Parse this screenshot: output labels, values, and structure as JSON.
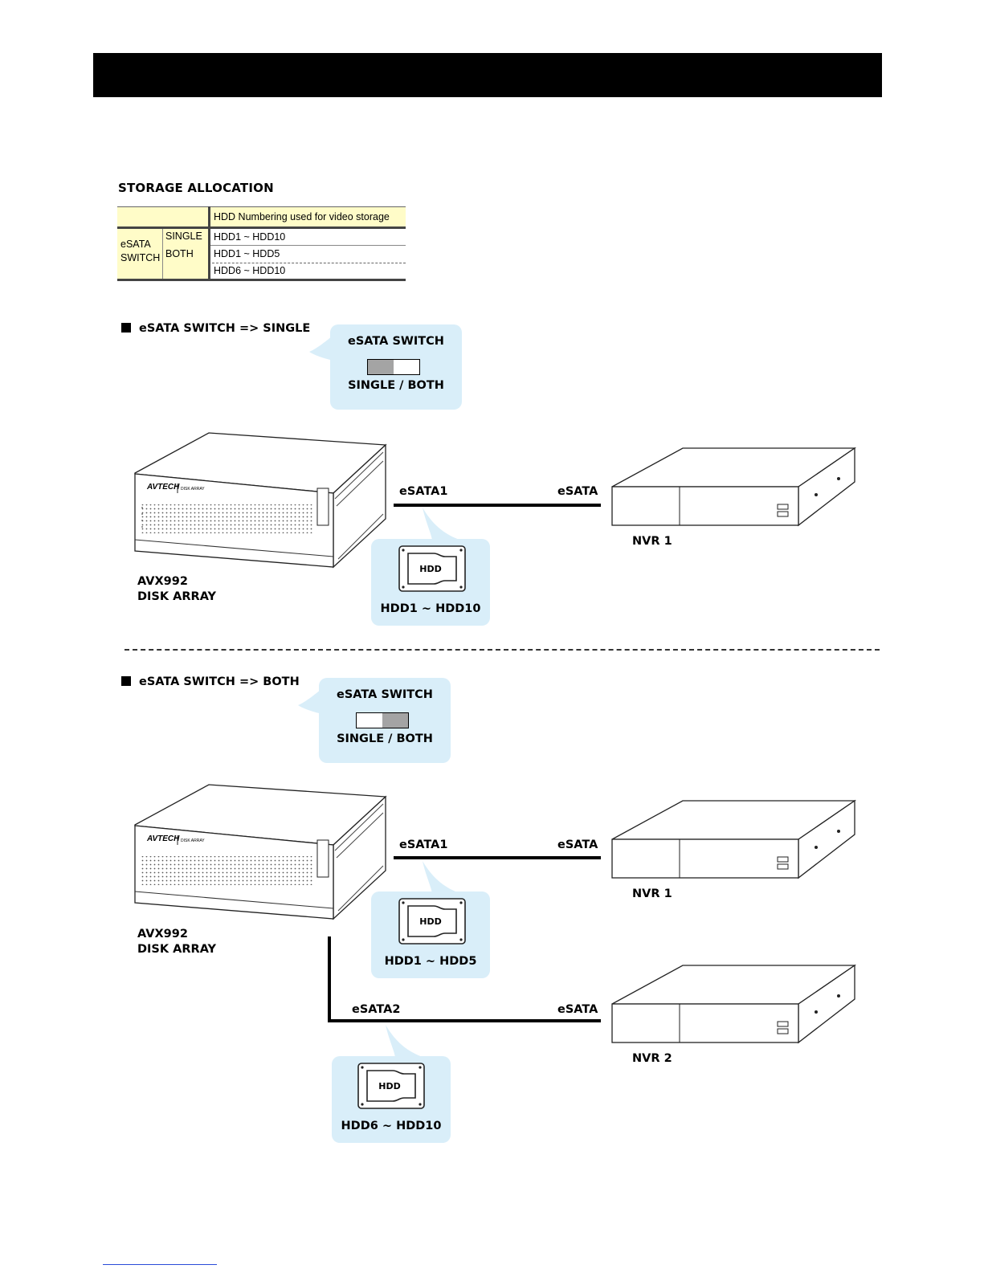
{
  "header": {
    "title": ""
  },
  "storage": {
    "title": "STORAGE ALLOCATION",
    "table": {
      "header": "HDD Numbering used for video storage",
      "group_label_line1": "eSATA",
      "group_label_line2": "SWITCH",
      "rows": [
        {
          "mode": "SINGLE",
          "values": [
            "HDD1 ~ HDD10"
          ]
        },
        {
          "mode": "BOTH",
          "values": [
            "HDD1 ~ HDD5",
            "HDD6 ~ HDD10"
          ]
        }
      ]
    }
  },
  "single_section": {
    "heading": "eSATA SWITCH => SINGLE",
    "switch_label": "eSATA  SWITCH",
    "switch_position": "SINGLE",
    "switch_caption": "SINGLE / BOTH",
    "array_name_line1": "AVX992",
    "array_name_line2": "DISK ARRAY",
    "brand": "AVTECH",
    "brand_sub": "DISK ARRAY",
    "port_left": "eSATA1",
    "port_right": "eSATA",
    "hdd_icon_text": "HDD",
    "hdd_range": "HDD1 ~ HDD10",
    "nvr_label": "NVR 1"
  },
  "both_section": {
    "heading": "eSATA SWITCH => BOTH",
    "switch_label": "eSATA  SWITCH",
    "switch_position": "BOTH",
    "switch_caption": "SINGLE / BOTH",
    "array_name_line1": "AVX992",
    "array_name_line2": "DISK ARRAY",
    "brand": "AVTECH",
    "brand_sub": "DISK ARRAY",
    "link1": {
      "port_left": "eSATA1",
      "port_right": "eSATA",
      "hdd_icon_text": "HDD",
      "hdd_range": "HDD1 ~ HDD5",
      "nvr_label": "NVR 1"
    },
    "link2": {
      "port_left": "eSATA2",
      "port_right": "eSATA",
      "hdd_icon_text": "HDD",
      "hdd_range": "HDD6 ~ HDD10",
      "nvr_label": "NVR 2"
    }
  },
  "colors": {
    "bubble": "#d9eef9",
    "table_header": "#fffcc8",
    "switch_knob": "#a4a4a4"
  }
}
